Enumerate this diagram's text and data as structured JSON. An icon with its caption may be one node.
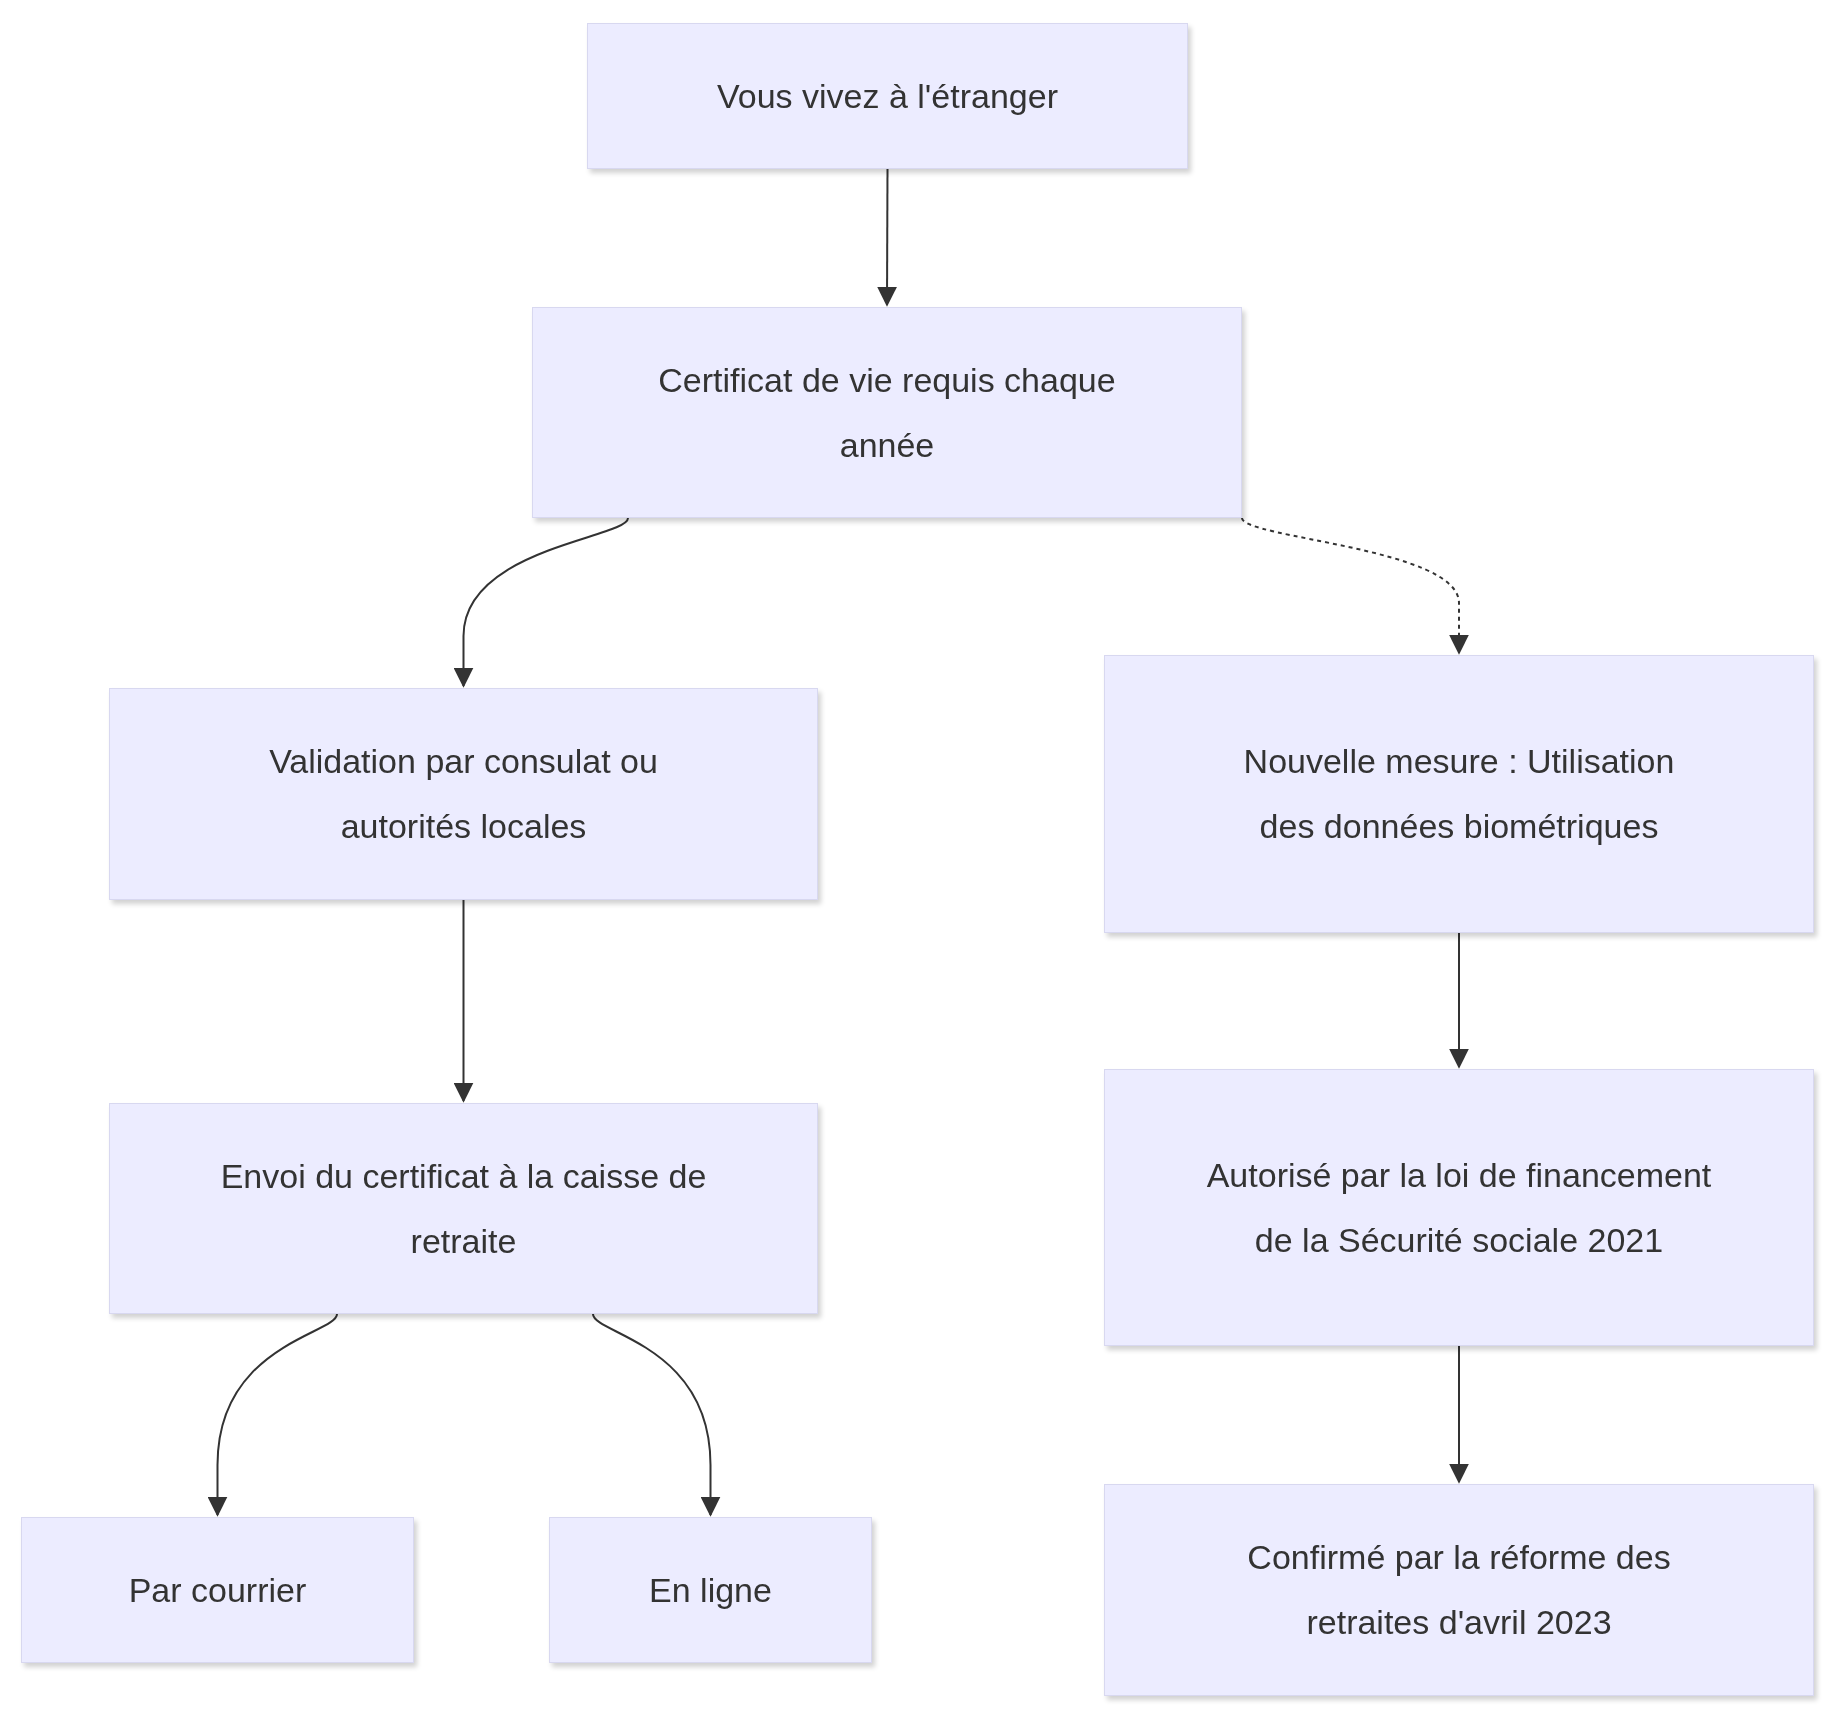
{
  "diagram": {
    "nodes": [
      {
        "text": [
          "Vous vivez à l'étranger"
        ]
      },
      {
        "text": [
          "Certificat de vie requis chaque année"
        ]
      },
      {
        "text": [
          "Validation par consulat ou autorités locales"
        ]
      },
      {
        "text": [
          "Nouvelle mesure : Utilisation des données biométriques"
        ]
      },
      {
        "text": [
          "Envoi du certificat à la caisse de retraite"
        ]
      },
      {
        "text": [
          "Autorisé par la loi de financement de la Sécurité sociale 2021"
        ]
      },
      {
        "text": [
          "Par courrier"
        ]
      },
      {
        "text": [
          "En ligne"
        ]
      },
      {
        "text": [
          "Confirmé par la réforme des retraites d'avril 2023"
        ]
      }
    ],
    "edges": [
      {
        "from": 0,
        "to": 1,
        "arrow": "to"
      },
      {
        "from": 1,
        "to": 2,
        "arrow": "to"
      },
      {
        "from": 1,
        "to": 3,
        "arrow": "to",
        "style": "dashed"
      },
      {
        "from": 2,
        "to": 4,
        "arrow": "to"
      },
      {
        "from": 3,
        "to": 5,
        "arrow": "to"
      },
      {
        "from": 4,
        "to": 6,
        "arrow": "to"
      },
      {
        "from": 4,
        "to": 7,
        "arrow": "to"
      },
      {
        "from": 5,
        "to": 8,
        "arrow": "to"
      }
    ]
  }
}
